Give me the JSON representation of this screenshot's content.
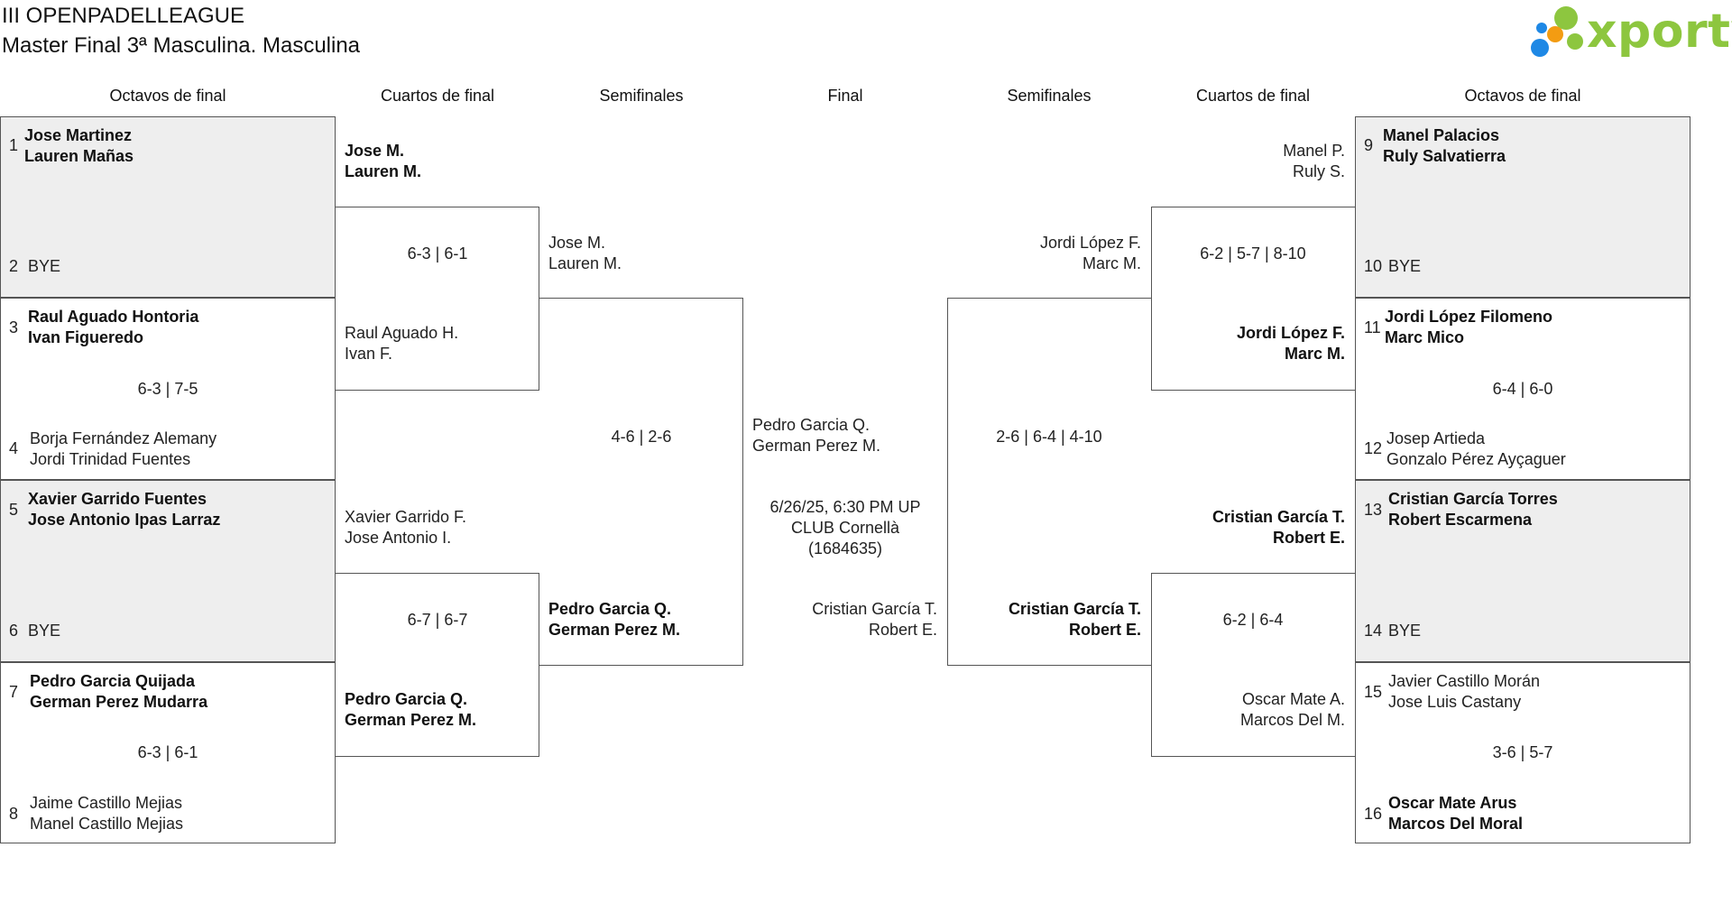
{
  "tournament": "III OPENPADELLEAGUE",
  "category": "Master Final 3ª Masculina. Masculina",
  "brand": {
    "name": "xporty",
    "color": "#8dc63f",
    "dots": [
      "#8dc63f",
      "#1e88e5",
      "#f39c12",
      "#8dc63f",
      "#1e88e5"
    ]
  },
  "headers": [
    "Octavos de final",
    "Cuartos de final",
    "Semifinales",
    "Final",
    "Semifinales",
    "Cuartos de final",
    "Octavos de final"
  ],
  "left": {
    "r16": [
      {
        "top": {
          "seed": "1",
          "p1": "Jose Martinez",
          "p2": "Lauren Mañas"
        },
        "bottom": {
          "seed": "2",
          "p1": "BYE",
          "p2": ""
        },
        "score": ""
      },
      {
        "top": {
          "seed": "3",
          "p1": "Raul Aguado Hontoria",
          "p2": "Ivan Figueredo"
        },
        "bottom": {
          "seed": "4",
          "p1": "Borja Fernández Alemany",
          "p2": "Jordi Trinidad Fuentes"
        },
        "score": "6-3 | 7-5"
      },
      {
        "top": {
          "seed": "5",
          "p1": "Xavier Garrido Fuentes",
          "p2": "Jose Antonio Ipas Larraz"
        },
        "bottom": {
          "seed": "6",
          "p1": "BYE",
          "p2": ""
        },
        "score": ""
      },
      {
        "top": {
          "seed": "7",
          "p1": "Pedro Garcia Quijada",
          "p2": "German Perez Mudarra"
        },
        "bottom": {
          "seed": "8",
          "p1": "Jaime Castillo Mejias",
          "p2": "Manel Castillo Mejias"
        },
        "score": "6-3 | 6-1"
      }
    ],
    "qf": [
      {
        "top": {
          "p1": "Jose M.",
          "p2": "Lauren M."
        },
        "bottom": {
          "p1": "Raul Aguado H.",
          "p2": "Ivan F."
        },
        "score": "6-3 | 6-1"
      },
      {
        "top": {
          "p1": "Xavier Garrido F.",
          "p2": "Jose Antonio I."
        },
        "bottom": {
          "p1": "Pedro Garcia Q.",
          "p2": "German Perez M."
        },
        "score": "6-7 | 6-7"
      }
    ],
    "sf": {
      "top": {
        "p1": "Jose M.",
        "p2": "Lauren M."
      },
      "bottom": {
        "p1": "Pedro Garcia Q.",
        "p2": "German Perez M."
      },
      "score": "4-6 | 2-6"
    }
  },
  "final": {
    "top": {
      "p1": "Pedro Garcia Q.",
      "p2": "German Perez M."
    },
    "info1": "6/26/25, 6:30 PM UP",
    "info2": "CLUB Cornellà",
    "info3": "(1684635)",
    "bottom": {
      "p1": "Cristian García T.",
      "p2": "Robert E."
    }
  },
  "right": {
    "sf": {
      "top": {
        "p1": "Jordi López F.",
        "p2": "Marc M."
      },
      "bottom": {
        "p1": "Cristian García T.",
        "p2": "Robert E."
      },
      "score": "2-6 | 6-4 | 4-10"
    },
    "qf": [
      {
        "top": {
          "p1": "Manel P.",
          "p2": "Ruly S."
        },
        "bottom": {
          "p1": "Jordi López F.",
          "p2": "Marc M."
        },
        "score": "6-2 | 5-7 | 8-10"
      },
      {
        "top": {
          "p1": "Cristian García T.",
          "p2": "Robert E."
        },
        "bottom": {
          "p1": "Oscar Mate A.",
          "p2": "Marcos Del M."
        },
        "score": "6-2 | 6-4"
      }
    ],
    "r16": [
      {
        "top": {
          "seed": "9",
          "p1": "Manel Palacios",
          "p2": "Ruly Salvatierra"
        },
        "bottom": {
          "seed": "10",
          "p1": "BYE",
          "p2": ""
        },
        "score": ""
      },
      {
        "top": {
          "seed": "11",
          "p1": "Jordi López Filomeno",
          "p2": "Marc Mico"
        },
        "bottom": {
          "seed": "12",
          "p1": "Josep Artieda",
          "p2": "Gonzalo Pérez Ayçaguer"
        },
        "score": "6-4 | 6-0"
      },
      {
        "top": {
          "seed": "13",
          "p1": "Cristian García Torres",
          "p2": "Robert Escarmena"
        },
        "bottom": {
          "seed": "14",
          "p1": "BYE",
          "p2": ""
        },
        "score": ""
      },
      {
        "top": {
          "seed": "15",
          "p1": "Javier Castillo Morán",
          "p2": "Jose Luis Castany"
        },
        "bottom": {
          "seed": "16",
          "p1": "Oscar Mate Arus",
          "p2": "Marcos Del Moral"
        },
        "score": "3-6 | 5-7"
      }
    ]
  }
}
